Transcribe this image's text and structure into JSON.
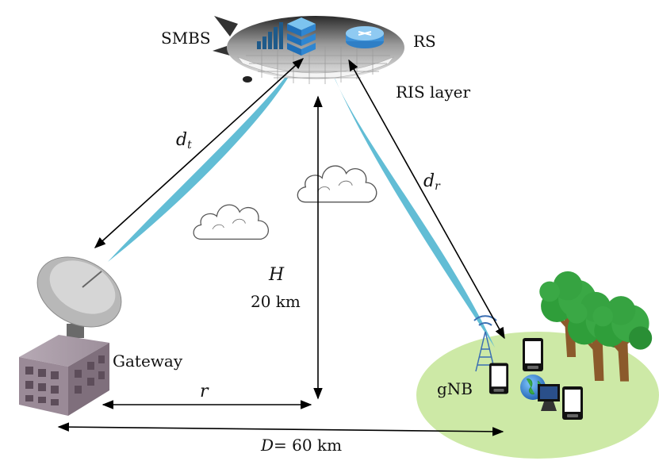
{
  "labels": {
    "smbs": "SMBS",
    "rs": "RS",
    "ris_layer": "RIS layer",
    "d_t_main": "d",
    "d_t_sub": "t",
    "d_r_main": "d",
    "d_r_sub": "r",
    "height_symbol": "H",
    "height_value": "20 km",
    "gateway": "Gateway",
    "gnb": "gNB",
    "r_symbol": "r",
    "distance_symbol": "D",
    "distance_value": "= 60 km"
  },
  "icons": {
    "airship": "airship-icon",
    "signal_bars": "signal-bars-icon",
    "server": "server-icon",
    "router": "router-icon",
    "dish": "satellite-dish-icon",
    "building": "building-icon",
    "cloud": "cloud-icon",
    "tower": "antenna-tower-icon",
    "phone": "phone-icon",
    "globe": "globe-icon",
    "monitor": "monitor-icon",
    "tree": "tree-icon"
  },
  "colors": {
    "beam": "#5ab9d3",
    "ground": "#cde9a6",
    "tree": "#2f9e3a",
    "trunk": "#8b5a2b",
    "building": "#8e7c8a"
  }
}
